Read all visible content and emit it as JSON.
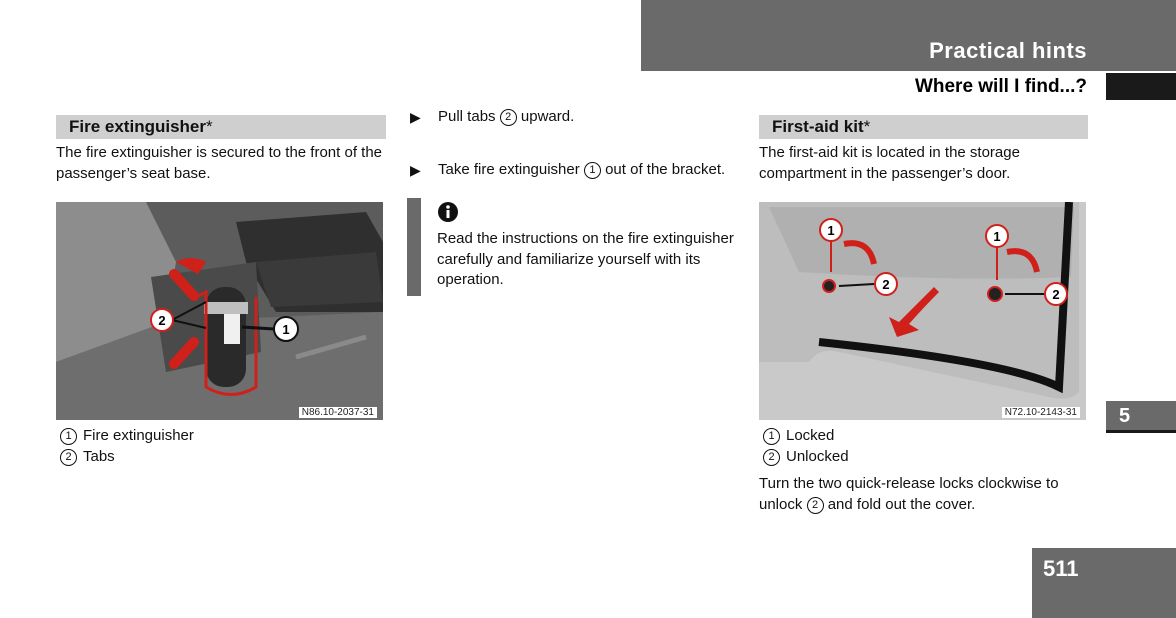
{
  "header": {
    "section": "Practical hints",
    "subsection": "Where will I find...?"
  },
  "chapter": "5",
  "page_number": "511",
  "fire": {
    "heading": "Fire extinguisher",
    "asterisk": "*",
    "text": "The fire extinguisher is secured to the front of the passenger’s seat base.",
    "image_code": "N86.10-2037-31",
    "legend": [
      {
        "num": "1",
        "label": "Fire extinguisher"
      },
      {
        "num": "2",
        "label": "Tabs"
      }
    ]
  },
  "steps": {
    "step1_a": "Pull tabs",
    "step1_num": "2",
    "step1_b": "upward.",
    "step2_a": "Take fire extinguisher",
    "step2_num": "1",
    "step2_b": "out of the bracket."
  },
  "info": {
    "icon": "info-icon",
    "text": "Read the instructions on the fire extinguisher carefully and familiarize yourself with its operation."
  },
  "firstaid": {
    "heading": "First-aid kit",
    "asterisk": "*",
    "text": "The first-aid kit is located in the storage compartment in the passenger’s door.",
    "image_code": "N72.10-2143-31",
    "legend": [
      {
        "num": "1",
        "label": "Locked"
      },
      {
        "num": "2",
        "label": "Unlocked"
      }
    ],
    "closing_a": "Turn the two quick-release locks clockwise to unlock",
    "closing_num": "2",
    "closing_b": "and fold out the cover."
  },
  "colors": {
    "header_gray": "#6a6a6a",
    "section_gray": "#cfcfcf",
    "arrow_red": "#d0201a"
  }
}
